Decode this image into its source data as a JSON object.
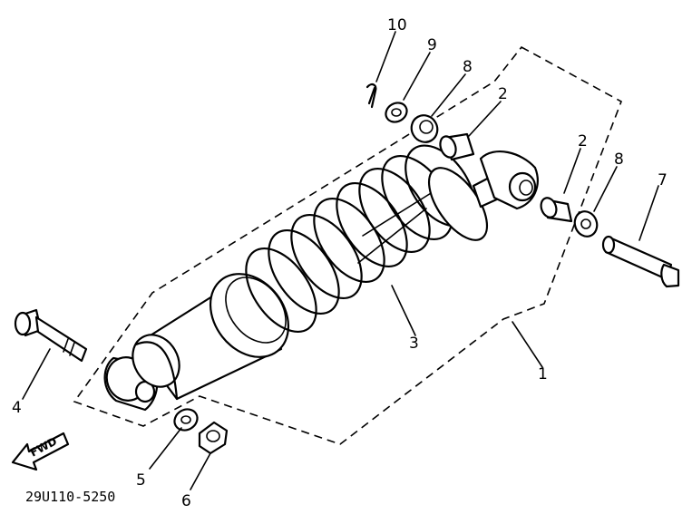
{
  "diagram": {
    "part_code": "29U110-5250",
    "forward_label": "FWD",
    "callouts": [
      "10",
      "9",
      "8",
      "2",
      "2",
      "8",
      "7",
      "3",
      "1",
      "4",
      "5",
      "6"
    ]
  }
}
